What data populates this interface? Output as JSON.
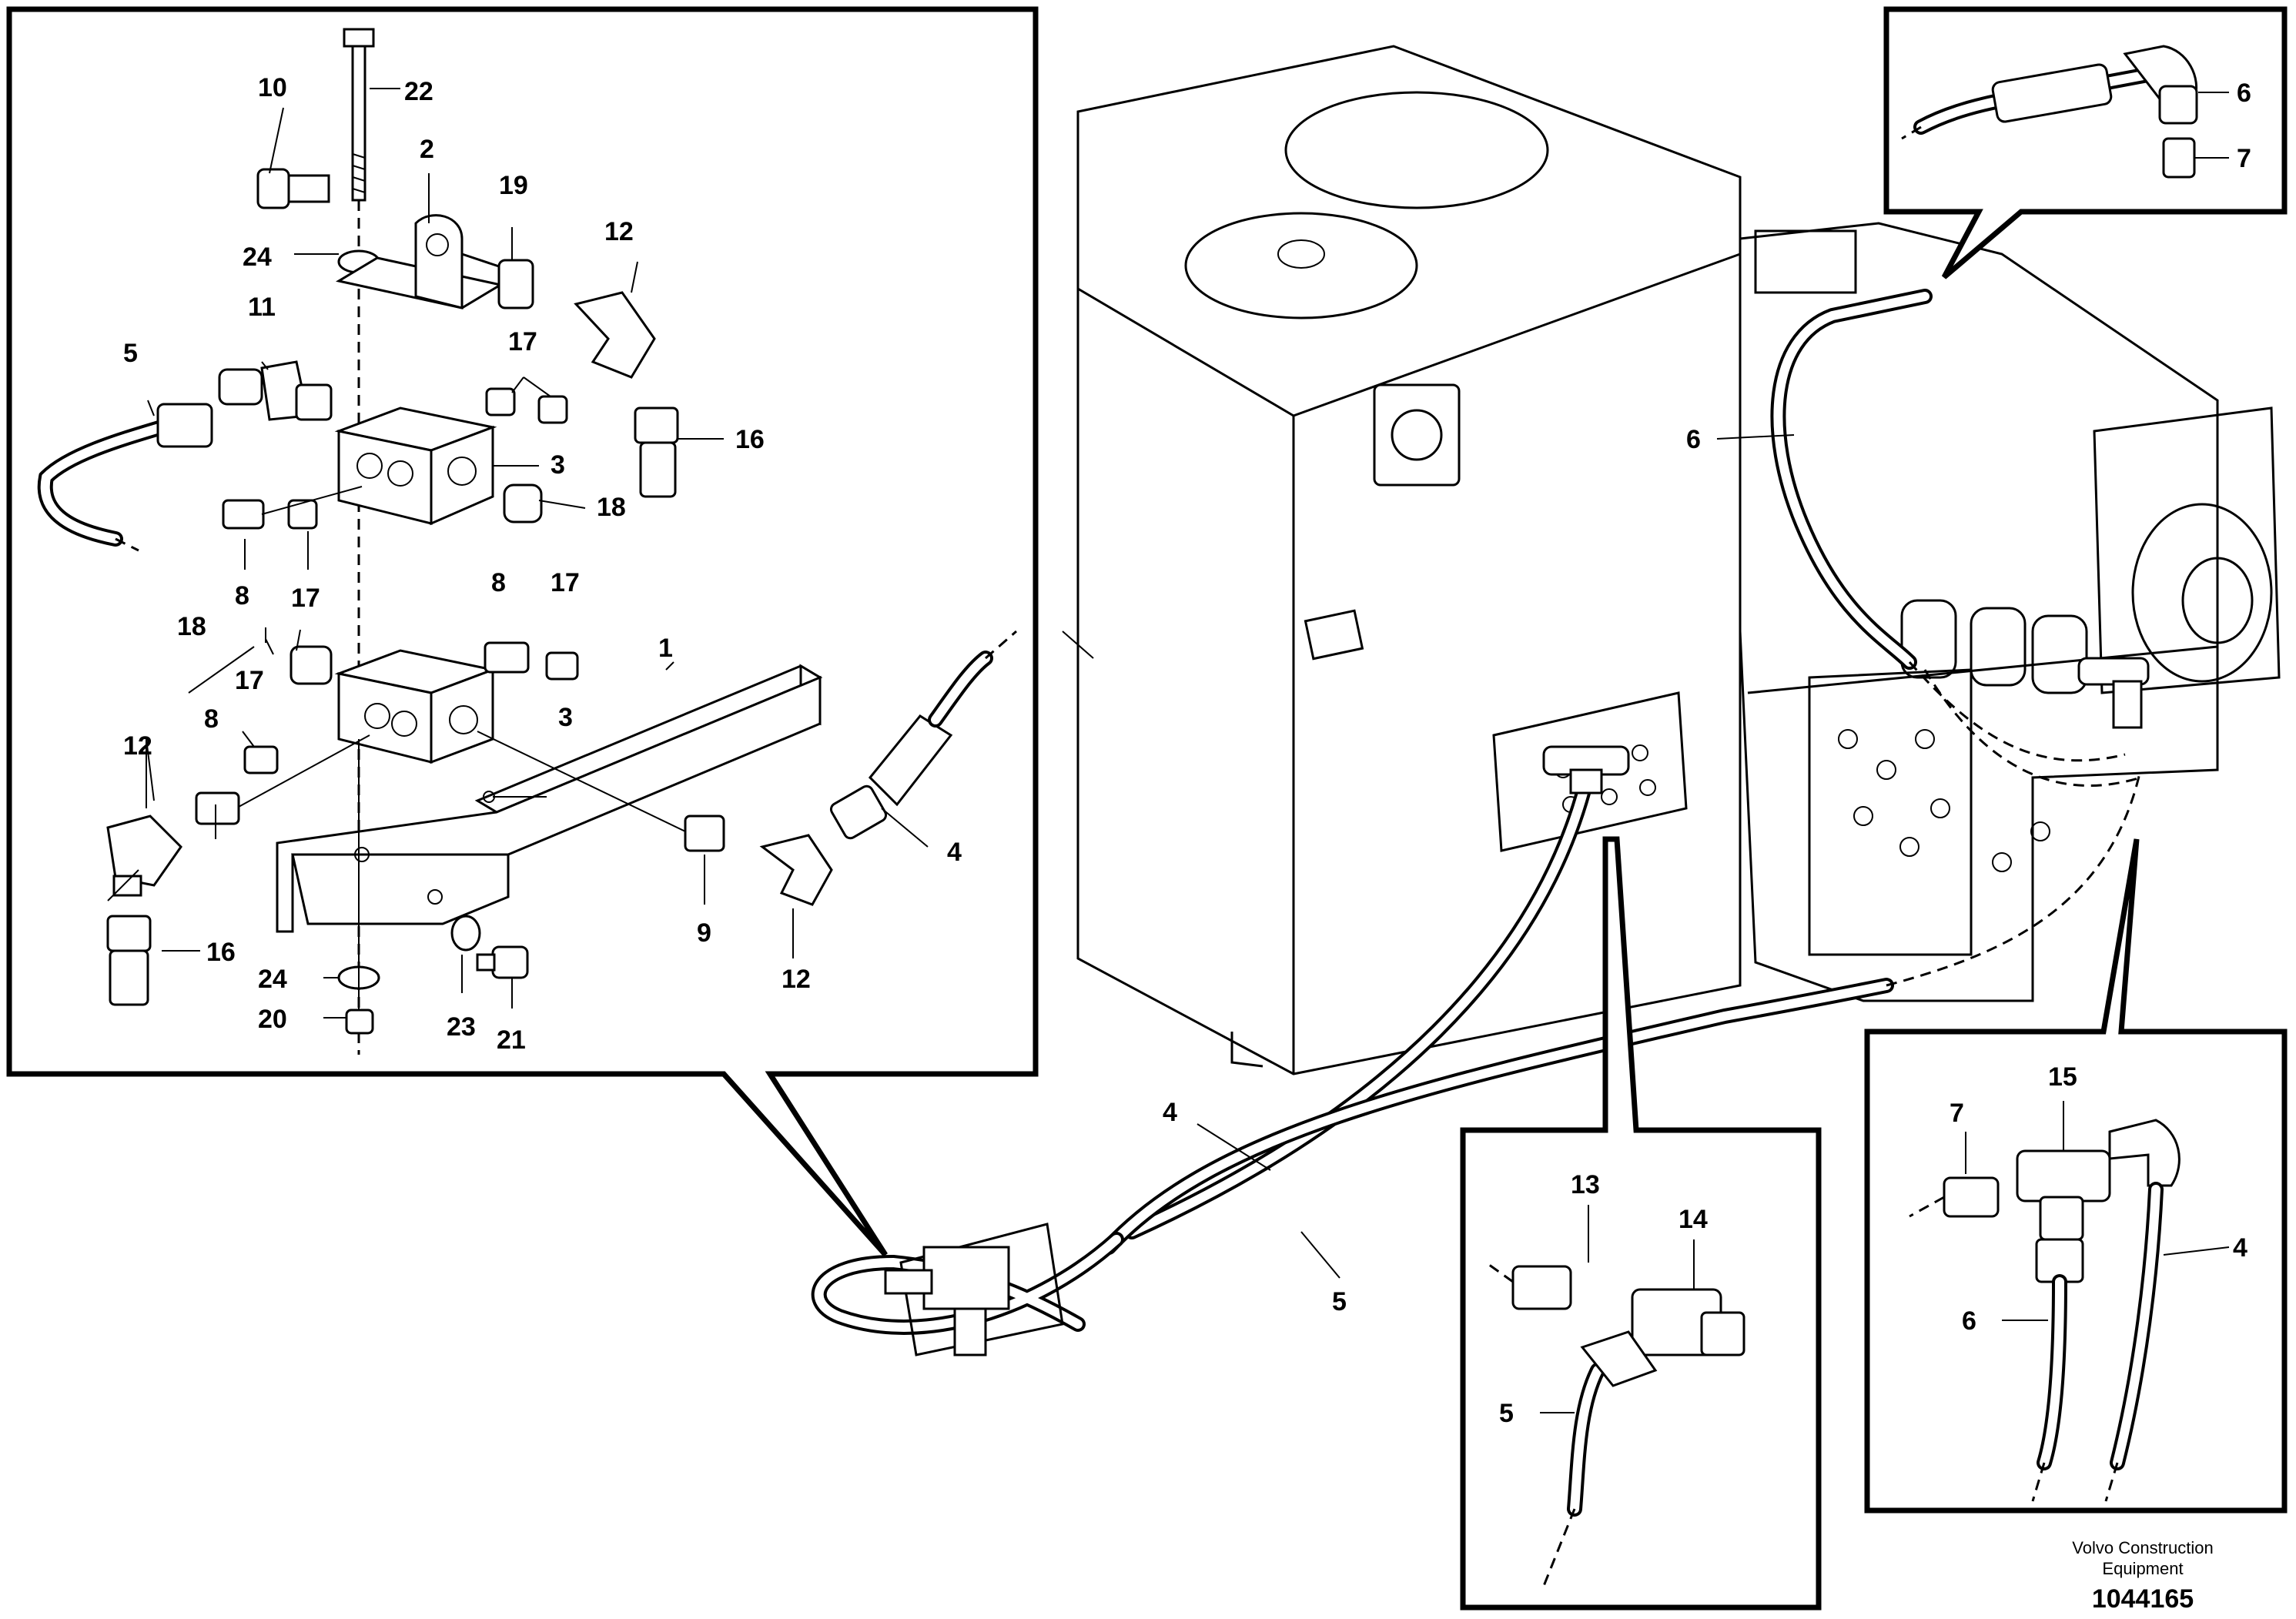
{
  "main_inset_callouts": {
    "c10": "10",
    "c22": "22",
    "c2": "2",
    "c19": "19",
    "c12a": "12",
    "c24a": "24",
    "c11": "11",
    "c5": "5",
    "c17a": "17",
    "c16a": "16",
    "c3a": "3",
    "c18a": "18",
    "c8a": "8",
    "c17b": "17",
    "c8b": "8",
    "c17c": "17",
    "c18b": "18",
    "c1": "1",
    "c17d": "17",
    "c3b": "3",
    "c12b": "12",
    "c8c": "8",
    "c4": "4",
    "c16b": "16",
    "c9": "9",
    "c12c": "12",
    "c24b": "24",
    "c20": "20",
    "c23": "23",
    "c21": "21"
  },
  "top_right_inset_callouts": {
    "c6": "6",
    "c7": "7"
  },
  "machine_callouts": {
    "c6": "6",
    "c4": "4",
    "c5": "5"
  },
  "middle_inset_callouts": {
    "c13": "13",
    "c14": "14",
    "c5": "5"
  },
  "right_inset_callouts": {
    "c7": "7",
    "c15": "15",
    "c4": "4",
    "c6": "6"
  },
  "footer": {
    "brand_line1": "Volvo Construction",
    "brand_line2": "Equipment",
    "document_number": "1044165"
  }
}
